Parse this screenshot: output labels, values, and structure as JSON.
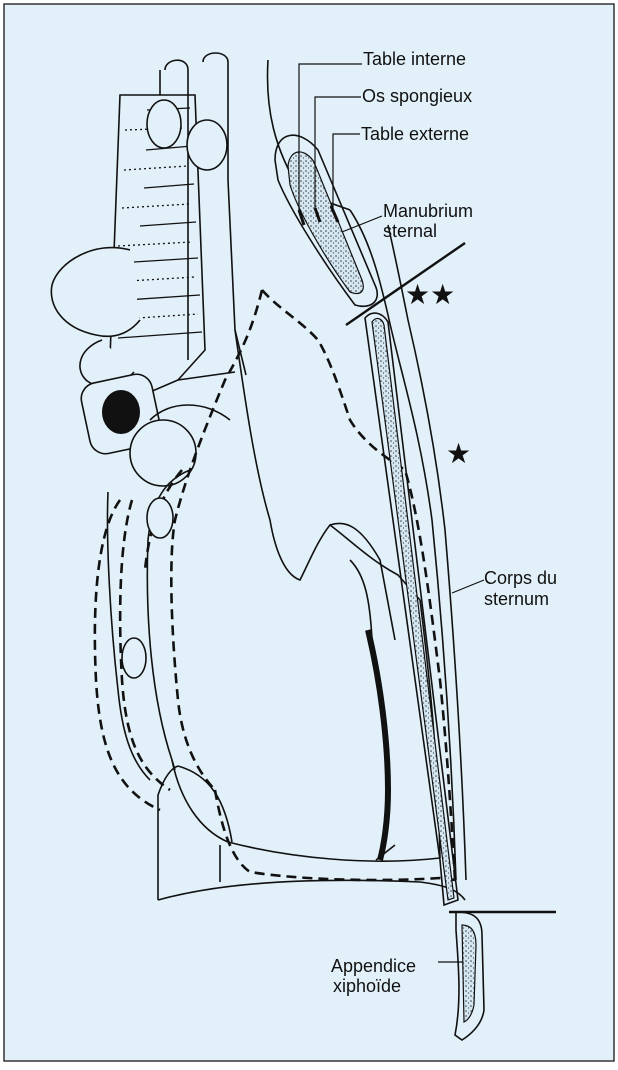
{
  "figure": {
    "background_color": "#e2f0f9",
    "border_color": "#333333",
    "labels": {
      "table_interne": "Table interne",
      "os_spongieux": "Os spongieux",
      "table_externe": "Table externe",
      "manubrium_line1": "Manubrium",
      "manubrium_line2": "sternal",
      "corps_line1": "Corps du",
      "corps_line2": "sternum",
      "appendice_line1": "Appendice",
      "appendice_line2": "xiphoïde"
    },
    "markers": {
      "double_star": "★★",
      "single_star": "★"
    }
  }
}
